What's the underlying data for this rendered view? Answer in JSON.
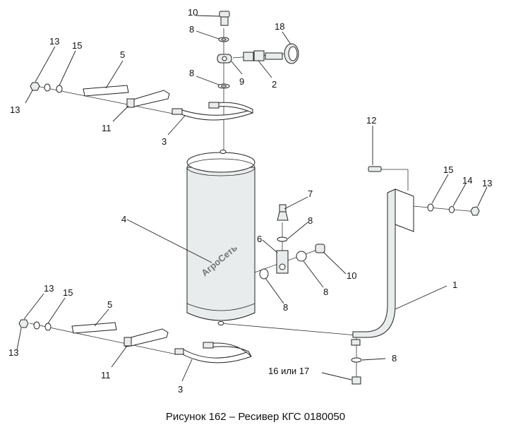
{
  "caption": "Рисунок 162 – Ресивер КГС 0180050",
  "watermark": "АгроСеть",
  "callouts": {
    "c10a": "10",
    "c8a": "8",
    "c18": "18",
    "c9": "9",
    "c2": "2",
    "c8b": "8",
    "c13a": "13",
    "c15a": "15",
    "c5a": "5",
    "c13b": "13",
    "c11a": "11",
    "c3a": "3",
    "c12": "12",
    "c15b": "15",
    "c14": "14",
    "c13c": "13",
    "c4": "4",
    "c7": "7",
    "c8c": "8",
    "c6": "6",
    "c10b": "10",
    "c8d": "8",
    "c8e": "8",
    "c1": "1",
    "c13d": "13",
    "c15c": "15",
    "c5b": "5",
    "c13e": "13",
    "c11b": "11",
    "c3b": "3",
    "c8f": "8",
    "c16": "16 или 17"
  }
}
